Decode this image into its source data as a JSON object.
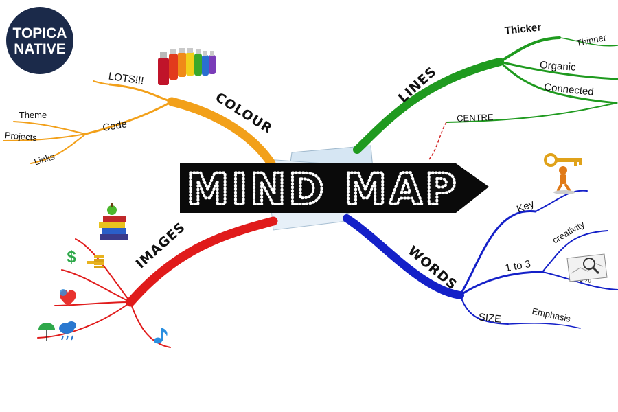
{
  "logo": {
    "line1": "TOPICA",
    "line2": "NATIVE",
    "bg_color": "#1b2a4a"
  },
  "center": {
    "title": "MIND MAP",
    "bg_color": "#0a0a0a"
  },
  "branches": {
    "colour": {
      "title": "COLOUR",
      "color": "#f2a01a",
      "lots": "LOTS!!!",
      "code": "Code",
      "theme": "Theme",
      "projects": "Projects",
      "links": "Links",
      "icon": "spray-paint-cans-icon"
    },
    "lines": {
      "title": "LINES",
      "color": "#1f9a1f",
      "thicker": "Thicker",
      "thinner": "Thinner",
      "organic": "Organic",
      "connected": "Connected",
      "centre": "CENTRE"
    },
    "images": {
      "title": "IMAGES",
      "color": "#e01b1b",
      "icons": [
        "books-apple-icon",
        "dollar-coins-icon",
        "heart-icon",
        "umbrella-cloud-icon",
        "music-note-icon"
      ]
    },
    "words": {
      "title": "WORDS",
      "color": "#1420c8",
      "key": "Key",
      "one_to_three": "1 to 3",
      "creativity": "creativity",
      "percent": "10%",
      "size": "SIZE",
      "emphasis": "Emphasis",
      "icons": [
        "key-figure-icon",
        "magnifier-chart-icon"
      ]
    }
  }
}
